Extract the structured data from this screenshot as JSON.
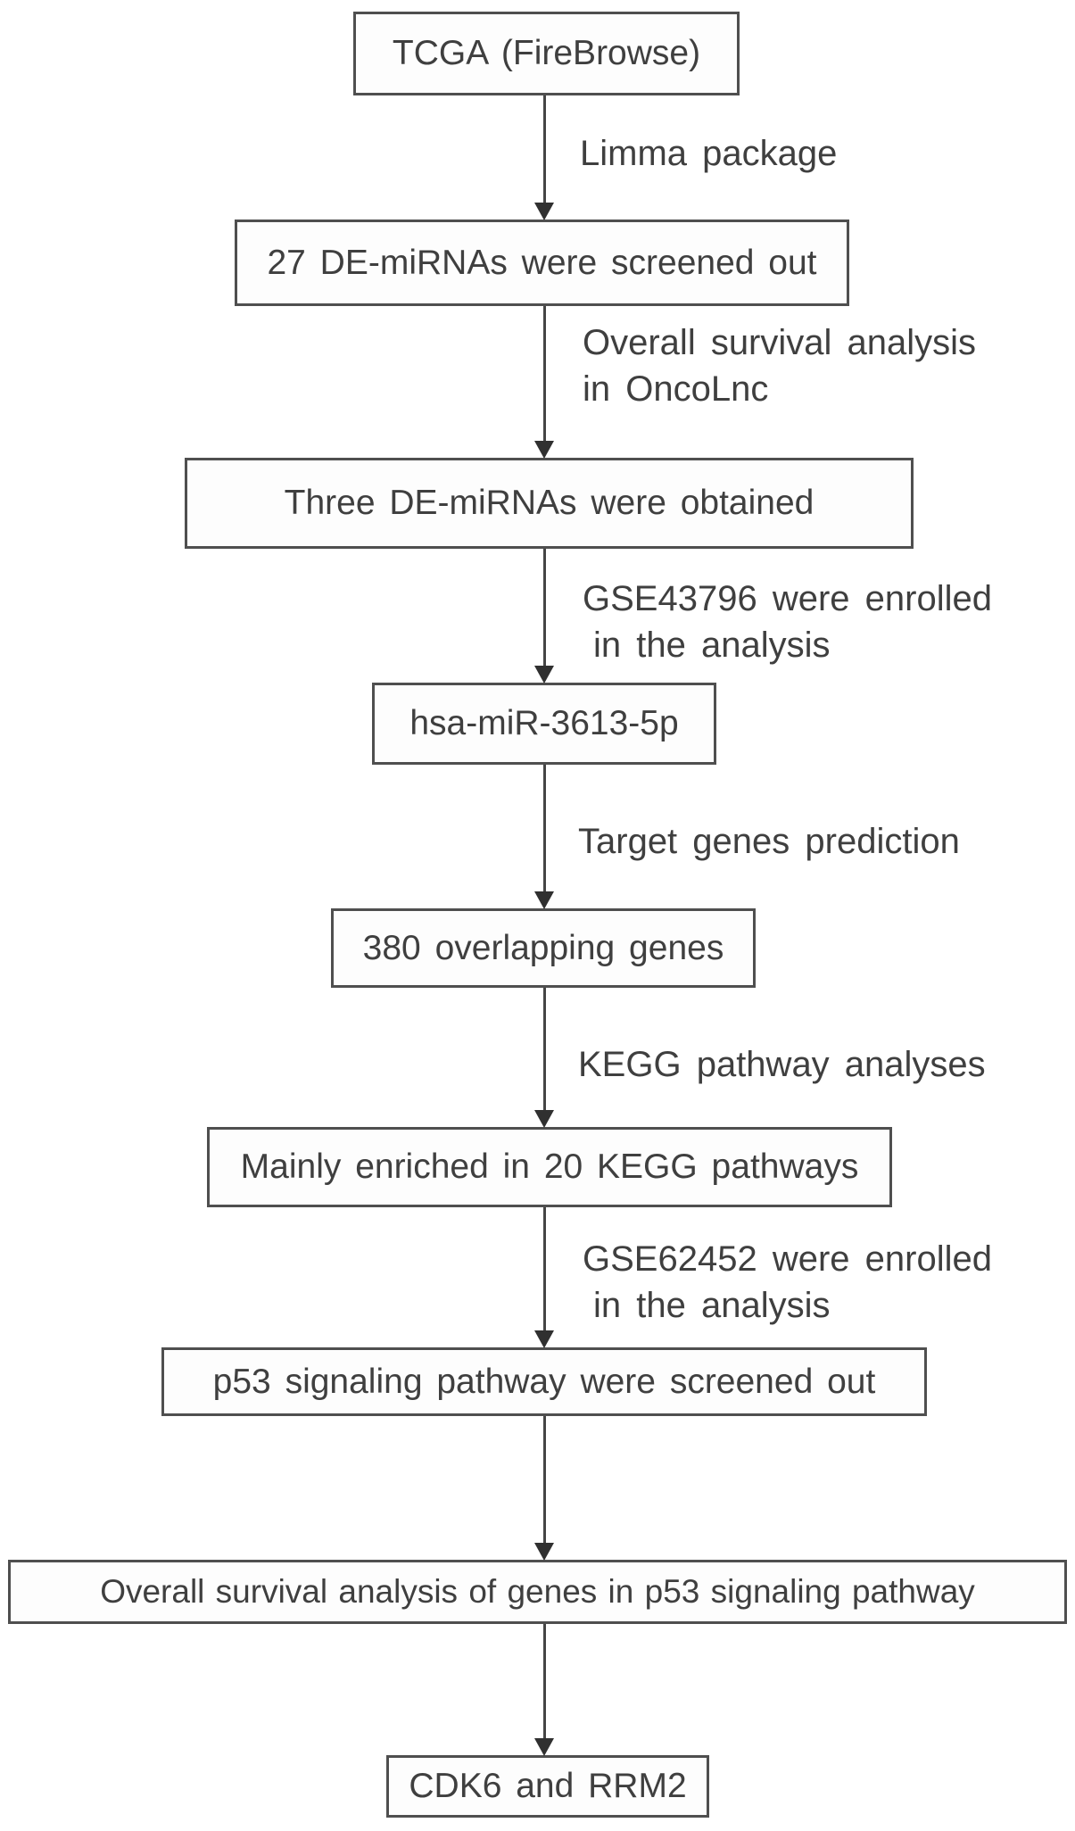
{
  "flowchart": {
    "nodes": [
      {
        "label": "TCGA (FireBrowse)"
      },
      {
        "label": "27 DE-miRNAs were screened out"
      },
      {
        "label": "Three DE-miRNAs were obtained"
      },
      {
        "label": "hsa-miR-3613-5p"
      },
      {
        "label": "380 overlapping genes"
      },
      {
        "label": "Mainly enriched in 20 KEGG pathways"
      },
      {
        "label": "p53 signaling pathway were screened out"
      },
      {
        "label": "Overall survival analysis of genes in p53 signaling pathway"
      },
      {
        "label": "CDK6 and RRM2"
      }
    ],
    "edges": [
      {
        "lines": [
          "Limma package"
        ]
      },
      {
        "lines": [
          "Overall survival analysis",
          "in OncoLnc"
        ]
      },
      {
        "lines": [
          "GSE43796 were enrolled",
          "in the analysis"
        ]
      },
      {
        "lines": [
          "Target genes prediction"
        ]
      },
      {
        "lines": [
          "KEGG pathway analyses"
        ]
      },
      {
        "lines": [
          "GSE62452 were enrolled",
          "in the analysis"
        ]
      },
      {
        "lines": []
      },
      {
        "lines": []
      }
    ],
    "colors": {
      "stroke": "#4f4f4f",
      "text": "#3f3f3f",
      "background": "#ffffff"
    }
  }
}
